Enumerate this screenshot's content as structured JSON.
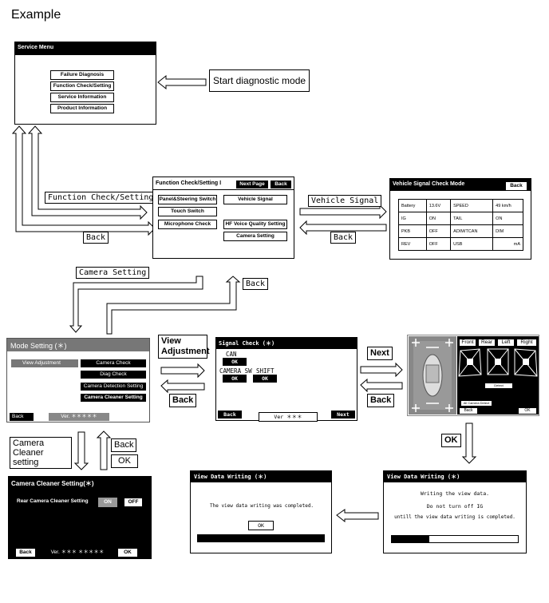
{
  "heading": "Example",
  "service_menu": {
    "title": "Service Menu",
    "items": [
      "Failure Diagnosis",
      "Function Check/Setting",
      "Service Information",
      "Product Information"
    ]
  },
  "start_label": "Start diagnostic mode",
  "function_check_label": "Function Check/Setting",
  "back_label": "Back",
  "function_check": {
    "title": "Function Check/Setting Ⅰ",
    "next_page": "Next Page",
    "back": "Back",
    "items": [
      "Panel&Steering Switch",
      "Vehicle Signal",
      "Touch Switch",
      "Microphone Check",
      "HF Voice Quality Setting",
      "Camera Setting"
    ]
  },
  "vehicle_signal_label": "Vehicle Signal",
  "vehicle_signal": {
    "title": "Vehicle Signal Check Mode",
    "back": "Back",
    "rows": [
      [
        "Battery",
        "13.6V",
        "SPEED",
        "49   km/h"
      ],
      [
        "IG",
        "ON",
        "TAIL",
        "ON"
      ],
      [
        "PKB",
        "OFF",
        "ADIM/TCAN",
        "DIM"
      ],
      [
        "REV",
        "OFF",
        "USB",
        "mA"
      ]
    ]
  },
  "camera_setting_label": "Camera Setting",
  "mode_setting": {
    "title": "Mode Setting (＊)",
    "view_adjustment": "View Adjustment",
    "items": [
      "Camera Check",
      "Diag Check",
      "Camera Detection Setting",
      "Camera Cleaner Setting"
    ],
    "back": "Back",
    "version": "Ver. ＊＊＊＊＊"
  },
  "view_adjustment_label": "View Adjustment",
  "signal_check": {
    "title": "Signal Check (＊)",
    "can": "CAN",
    "ok": "OK",
    "camera_sw": "CAMERA SW",
    "shift": "SHIFT",
    "back": "Back",
    "version": "Ver ＊＊＊",
    "next": "Next"
  },
  "next_label": "Next",
  "camera_view": {
    "tabs": [
      "Front",
      "Rear",
      "Left",
      "Right"
    ],
    "detect": "Detect",
    "all_detect": "All Camera Detect",
    "back": "Back",
    "ok": "OK"
  },
  "ok_label": "OK",
  "camera_cleaner_label": "Camera Cleaner setting",
  "camera_cleaner": {
    "title": "Camera Cleaner Setting(＊)",
    "rear_label": "Rear Camera Cleaner Setting",
    "on": "ON",
    "off": "OFF",
    "back": "Back",
    "version": "Ver. ＊＊＊ ＊＊＊＊＊",
    "ok": "OK"
  },
  "view_writing": {
    "title": "View Data Writing (＊)",
    "line1": "Writing the view data.",
    "line2": "Do not turn off IG",
    "line3": "untill the view data writing is completed."
  },
  "view_written": {
    "title": "View Data Writing (＊)",
    "message": "The view data writing was completed.",
    "ok": "OK"
  }
}
